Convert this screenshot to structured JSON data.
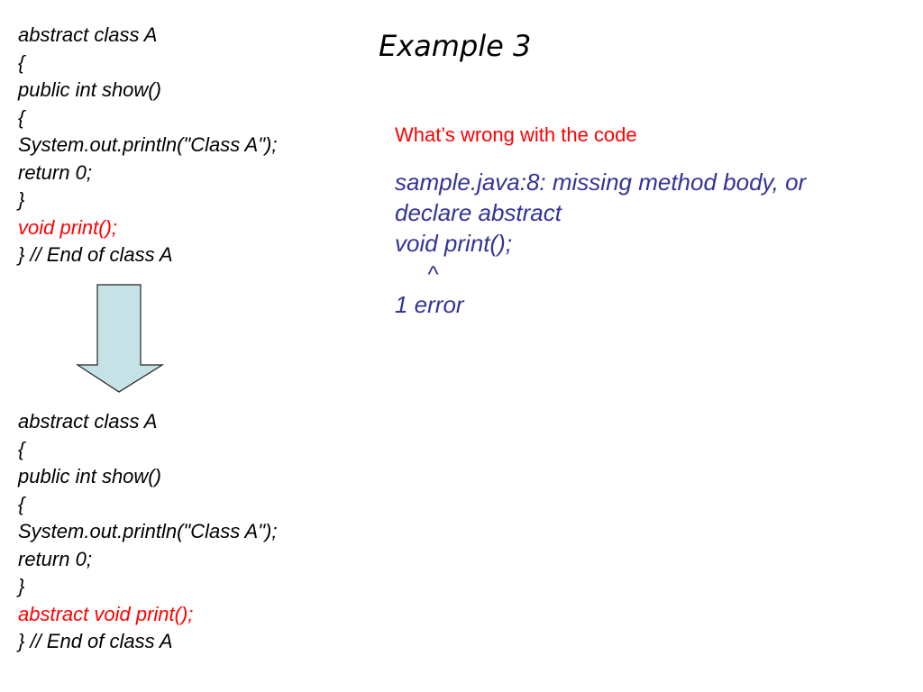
{
  "slide": {
    "title": "Example 3",
    "question": "What’s wrong with the code"
  },
  "code_before": {
    "lines": [
      {
        "text": "abstract class A",
        "highlight": false
      },
      {
        "text": "{",
        "highlight": false
      },
      {
        "text": "public int show()",
        "highlight": false
      },
      {
        "text": "{",
        "highlight": false
      },
      {
        "text": "System.out.println(\"Class A\");",
        "highlight": false
      },
      {
        "text": "return 0;",
        "highlight": false
      },
      {
        "text": "}",
        "highlight": false
      },
      {
        "text": "void print();",
        "highlight": true
      },
      {
        "text": "} // End of class A",
        "highlight": false
      }
    ]
  },
  "code_after": {
    "lines": [
      {
        "text": "abstract class A",
        "highlight": false
      },
      {
        "text": "{",
        "highlight": false
      },
      {
        "text": "public int show()",
        "highlight": false
      },
      {
        "text": "{",
        "highlight": false
      },
      {
        "text": "System.out.println(\"Class A\");",
        "highlight": false
      },
      {
        "text": "return 0;",
        "highlight": false
      },
      {
        "text": "}",
        "highlight": false
      },
      {
        "text": "abstract void print();",
        "highlight": true
      },
      {
        "text": "} // End of class A",
        "highlight": false
      }
    ]
  },
  "compiler_output": {
    "lines": [
      "sample.java:8: missing method body, or",
      "declare abstract",
      "void print();",
      "     ^",
      "1 error"
    ]
  },
  "colors": {
    "highlight": "#ff0000",
    "error_text": "#333399",
    "arrow_fill": "#c5e3e6",
    "arrow_stroke": "#222222"
  },
  "icons": {
    "transition_arrow": "down-arrow-icon"
  }
}
